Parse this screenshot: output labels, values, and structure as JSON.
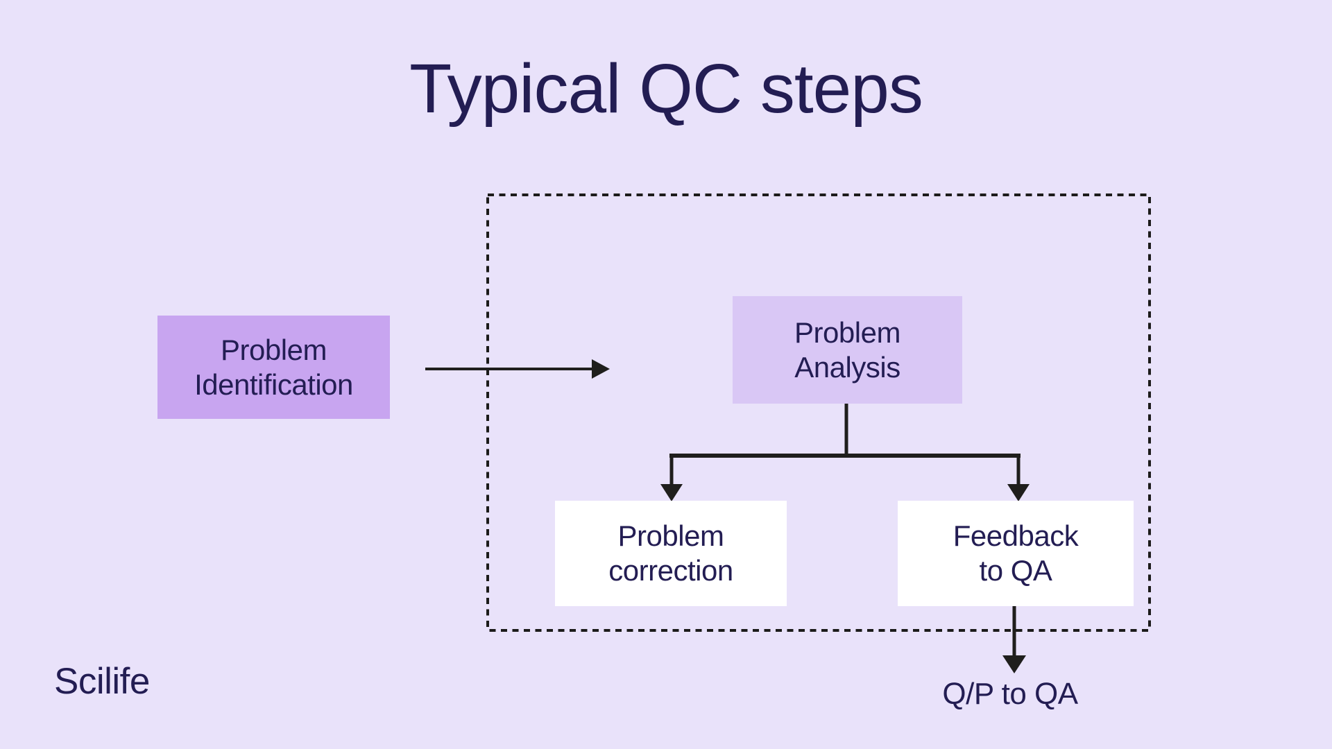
{
  "page": {
    "title": "Typical QC steps",
    "brand": "Scilife",
    "background_color": "#e9e2fa",
    "text_color": "#231d53",
    "line_color": "#1f1e1c"
  },
  "diagram": {
    "nodes": {
      "problem_identification": {
        "line1": "Problem",
        "line2": "Identification",
        "fill": "#c8a5f0"
      },
      "problem_analysis": {
        "line1": "Problem",
        "line2": "Analysis",
        "fill": "#d9c7f5"
      },
      "problem_correction": {
        "line1": "Problem",
        "line2": "correction",
        "fill": "#ffffff"
      },
      "feedback_to_qa": {
        "line1": "Feedback",
        "line2": "to QA",
        "fill": "#ffffff"
      }
    },
    "output_label": "Q/P to QA"
  }
}
